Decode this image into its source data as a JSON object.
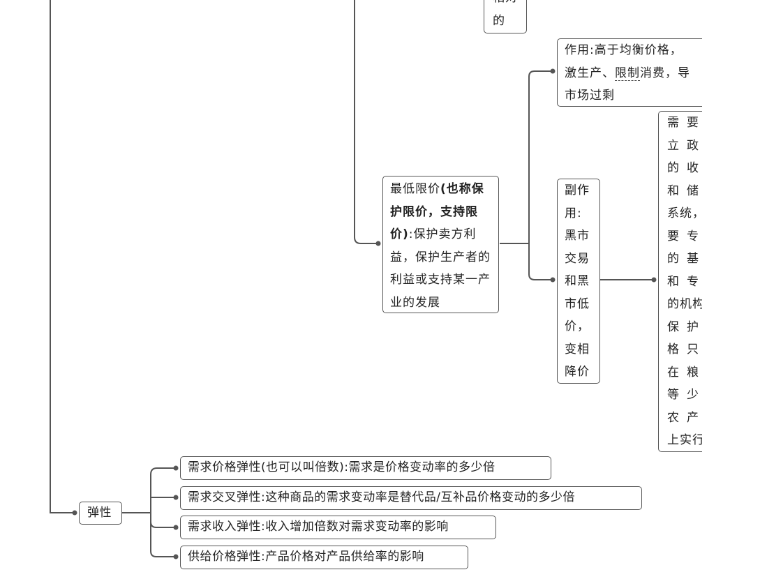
{
  "diagram": {
    "top_partial_node": {
      "line1": "相对",
      "line2": "的"
    },
    "min_price": {
      "prefix": "最低限价",
      "bold": "(也称保护限价，支持限价)",
      "suffix": ":保护卖方利益，保护生产者的利益或支持某一产业的发展"
    },
    "effect": {
      "part1": "作用:高于均衡价格，",
      "part2": "激生产、",
      "underlined": "限制",
      "part3": "消费，导",
      "part4": "市场过剩"
    },
    "side_effect": "副作用:黑市交易和黑市低价，变相降价",
    "requirement_lines": [
      "需要",
      "立政",
      "的收",
      "和储",
      "系统，",
      "要专",
      "的基",
      "和专",
      "的机构",
      "保护",
      "格只",
      "在粮",
      "等少",
      "农产",
      "上实行"
    ],
    "elasticity": {
      "root": "弹性",
      "children": [
        "需求价格弹性(也可以叫倍数):需求是价格变动率的多少倍",
        "需求交叉弹性:这种商品的需求变动率是替代品/互补品价格变动的多少倍",
        "需求收入弹性:收入增加倍数对需求变动率的影响",
        "供给价格弹性:产品价格对产品供给率的影响"
      ]
    }
  }
}
